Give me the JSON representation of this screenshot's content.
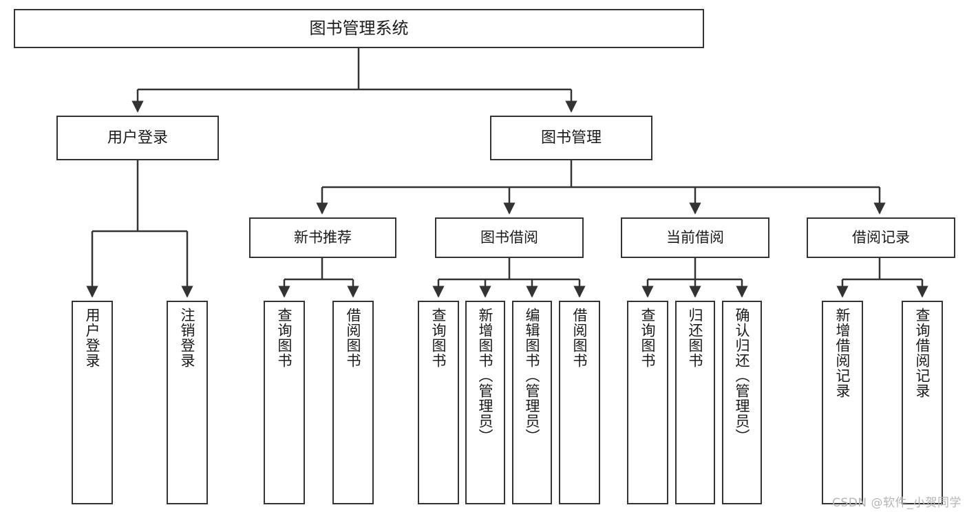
{
  "diagram": {
    "title": "图书管理系统",
    "type": "tree-structure-chart",
    "line_color": "#333333",
    "box_fill": "#ffffff",
    "text_color": "#1a1a1a",
    "root": {
      "id": "root",
      "label": "图书管理系统"
    },
    "level2": [
      {
        "id": "user-login",
        "label": "用户登录"
      },
      {
        "id": "book-manage",
        "label": "图书管理"
      }
    ],
    "level3": [
      {
        "id": "new-book-rec",
        "label": "新书推荐",
        "parent": "book-manage"
      },
      {
        "id": "book-borrow",
        "label": "图书借阅",
        "parent": "book-manage"
      },
      {
        "id": "current-borrow",
        "label": "当前借阅",
        "parent": "book-manage"
      },
      {
        "id": "borrow-record",
        "label": "借阅记录",
        "parent": "book-manage"
      }
    ],
    "leaves": [
      {
        "id": "leaf-user-login",
        "label": "用户登录",
        "parent": "user-login"
      },
      {
        "id": "leaf-logout",
        "label": "注销登录",
        "parent": "user-login"
      },
      {
        "id": "leaf-query-book-1",
        "label": "查询图书",
        "parent": "new-book-rec"
      },
      {
        "id": "leaf-borrow-book-1",
        "label": "借阅图书",
        "parent": "new-book-rec"
      },
      {
        "id": "leaf-query-book-2",
        "label": "查询图书",
        "parent": "book-borrow"
      },
      {
        "id": "leaf-add-book",
        "label": "新增图书（管理员）",
        "parent": "book-borrow"
      },
      {
        "id": "leaf-edit-book",
        "label": "编辑图书（管理员）",
        "parent": "book-borrow"
      },
      {
        "id": "leaf-borrow-book-2",
        "label": "借阅图书",
        "parent": "book-borrow"
      },
      {
        "id": "leaf-query-book-3",
        "label": "查询图书",
        "parent": "current-borrow"
      },
      {
        "id": "leaf-return-book",
        "label": "归还图书",
        "parent": "current-borrow"
      },
      {
        "id": "leaf-confirm-return",
        "label": "确认归还（管理员）",
        "parent": "current-borrow"
      },
      {
        "id": "leaf-add-record",
        "label": "新增借阅记录",
        "parent": "borrow-record"
      },
      {
        "id": "leaf-query-record",
        "label": "查询借阅记录",
        "parent": "borrow-record"
      }
    ]
  },
  "watermark": {
    "text": "CSDN @软件_小贺同学"
  }
}
